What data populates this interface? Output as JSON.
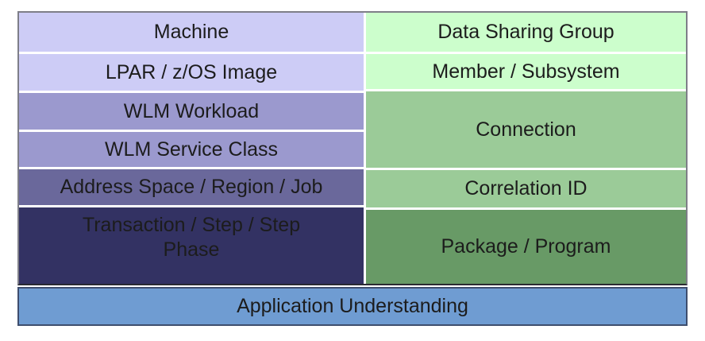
{
  "diagram": {
    "left_column": {
      "items": [
        {
          "label": "Machine",
          "bg": "#cdccf6"
        },
        {
          "label": "LPAR / z/OS Image",
          "bg": "#cdccf6"
        },
        {
          "label": "WLM Workload",
          "bg": "#9b99ce"
        },
        {
          "label": "WLM Service Class",
          "bg": "#9b99ce"
        },
        {
          "label": "Address Space / Region / Job",
          "bg": "#6a689b"
        },
        {
          "label": "Transaction / Step / Step Phase",
          "bg": "#333263"
        }
      ]
    },
    "right_column": {
      "items": [
        {
          "label": "Data Sharing Group",
          "bg": "#ccfecc"
        },
        {
          "label": "Member / Subsystem",
          "bg": "#ccfecc"
        },
        {
          "label": "Connection",
          "bg": "#9bcb98"
        },
        {
          "label": "Correlation ID",
          "bg": "#9bcb98"
        },
        {
          "label": "Package / Program",
          "bg": "#689a66"
        }
      ]
    },
    "footer": {
      "label": "Application Understanding",
      "bg": "#6f9cd2"
    },
    "colors": {
      "text": "#1c1c1c",
      "outer_border": "#7e7e88",
      "footer_border": "#3f4e6e",
      "background": "#ffffff"
    }
  }
}
